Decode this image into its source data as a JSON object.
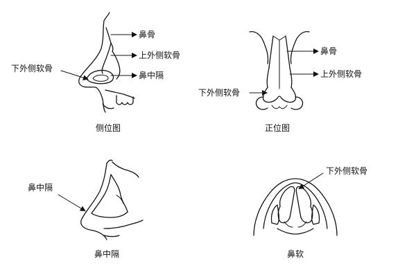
{
  "panels": {
    "side": {
      "caption": "侧位图",
      "labels": {
        "nasal_bone": "鼻骨",
        "upper_lateral": "上外侧软骨",
        "septum": "鼻中隔",
        "lower_lateral": "下外侧软骨"
      }
    },
    "front": {
      "caption": "正位图",
      "labels": {
        "nasal_bone": "鼻骨",
        "upper_lateral": "上外侧软骨",
        "lower_lateral": "下外侧软骨"
      }
    },
    "septum": {
      "caption": "鼻中隔",
      "labels": {
        "septum": "鼻中隔"
      }
    },
    "soft": {
      "caption": "鼻软",
      "labels": {
        "lower_lateral": "下外侧软骨"
      }
    }
  }
}
